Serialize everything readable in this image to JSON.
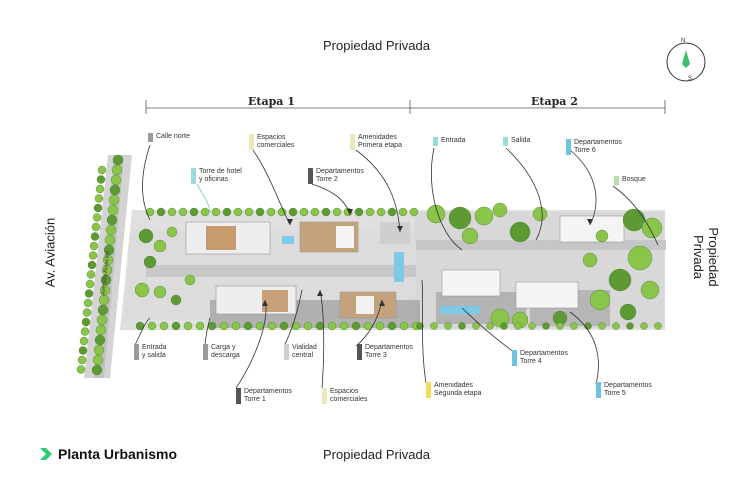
{
  "header": {
    "top_label": "Propiedad Privada"
  },
  "footer": {
    "bottom_label": "Propiedad Privada",
    "brand": "Planta Urbanismo",
    "brand_color": "#2ecc71"
  },
  "compass": {
    "north": "N",
    "south": "S"
  },
  "side_labels": {
    "left": "Av. Aviación",
    "left_small": "Avenida Aviación",
    "right": "Propiedad Privada"
  },
  "stages": {
    "stage1": "Etapa 1",
    "stage2": "Etapa 2"
  },
  "colors": {
    "gray": "#9a9a9a",
    "dark": "#555555",
    "cream": "#ece8b8",
    "cyan": "#9adbe0",
    "blue": "#6fc3de",
    "green": "#b8dfa6",
    "yellow": "#f2dc5a",
    "tree": "#8ac44a",
    "tree_dark": "#5d9a34"
  },
  "labels": {
    "calle_norte": "Calle norte",
    "espacios_comerciales_1": [
      "Espacios",
      "comerciales"
    ],
    "amenidades_1": [
      "Amenidades",
      "Primera etapa"
    ],
    "entrada": "Entrada",
    "salida": "Salida",
    "deptos_torre6": [
      "Departamentos",
      "Torre 6"
    ],
    "torre_hotel": [
      "Torre de hotel",
      "y oficinas"
    ],
    "deptos_torre2": [
      "Departamentos",
      "Torre 2"
    ],
    "bosque": "Bosque",
    "entrada_salida": [
      "Entrada",
      "y salida"
    ],
    "carga": [
      "Carga y",
      "descarga"
    ],
    "vialidad": [
      "Vialidad",
      "central"
    ],
    "deptos_torre3": [
      "Departamentos",
      "Torre 3"
    ],
    "deptos_torre4": [
      "Departamentos",
      "Torre 4"
    ],
    "amenidades_2": [
      "Amenidades",
      "Segunda etapa"
    ],
    "deptos_torre1": [
      "Departamentos",
      "Torre 1"
    ],
    "espacios_comerciales_2": [
      "Espacios",
      "comerciales"
    ],
    "deptos_torre5": [
      "Departamentos",
      "Torre 5"
    ]
  }
}
